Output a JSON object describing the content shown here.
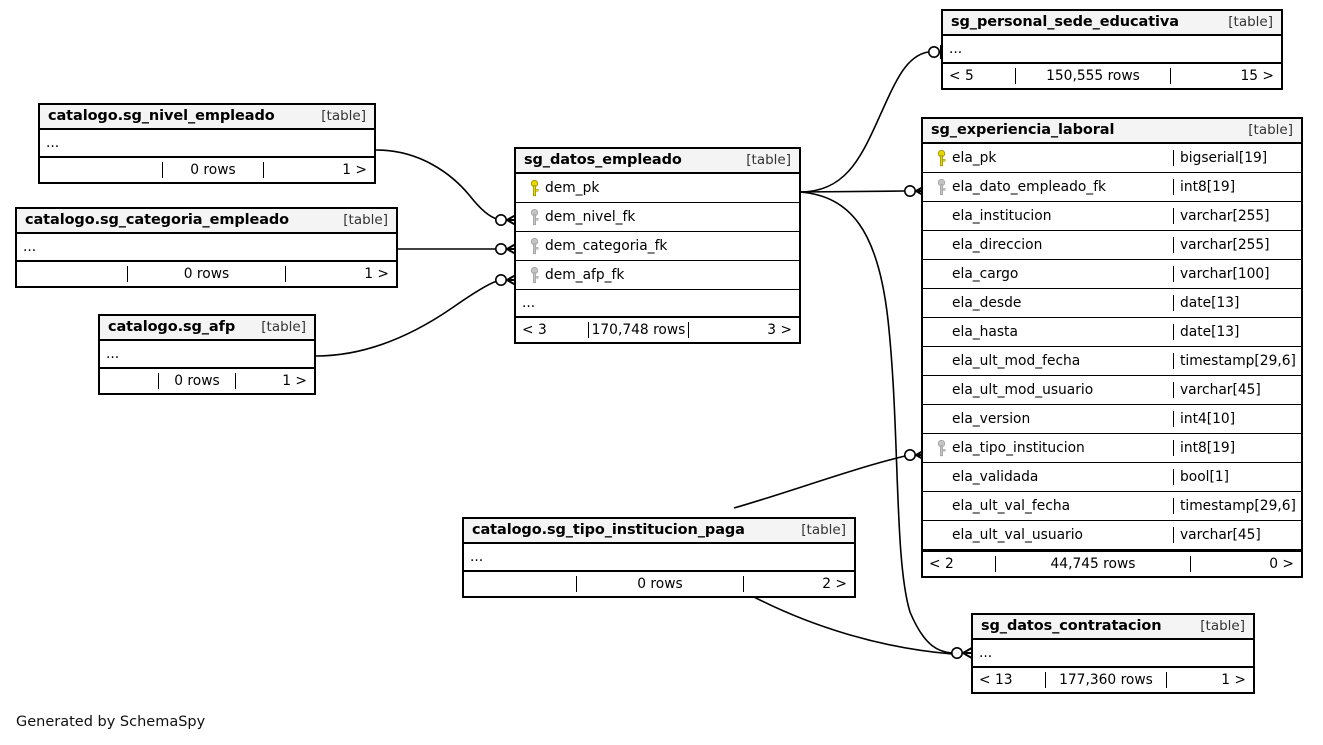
{
  "diagram": {
    "type": "entity-relationship-diagram",
    "generator_credit": "Generated by SchemaSpy",
    "table_tag": "[table]",
    "ellipsis": "...",
    "colors": {
      "primary_key": "#e8d600",
      "foreign_key": "#bbbbbb",
      "header_bg": "#f4f4f4",
      "border": "#000000",
      "background": "#ffffff"
    }
  },
  "tables": [
    {
      "id": "sg_personal_sede_educativa",
      "name": "sg_personal_sede_educativa",
      "tag": "[table]",
      "columns": [],
      "has_ellipsis": true,
      "footer": {
        "left": "< 5",
        "center": "150,555 rows",
        "right": "15 >"
      }
    },
    {
      "id": "sg_experiencia_laboral",
      "name": "sg_experiencia_laboral",
      "tag": "[table]",
      "columns": [
        {
          "name": "ela_pk",
          "type": "bigserial[19]",
          "key": "primary"
        },
        {
          "name": "ela_dato_empleado_fk",
          "type": "int8[19]",
          "key": "foreign"
        },
        {
          "name": "ela_institucion",
          "type": "varchar[255]",
          "key": "none"
        },
        {
          "name": "ela_direccion",
          "type": "varchar[255]",
          "key": "none"
        },
        {
          "name": "ela_cargo",
          "type": "varchar[100]",
          "key": "none"
        },
        {
          "name": "ela_desde",
          "type": "date[13]",
          "key": "none"
        },
        {
          "name": "ela_hasta",
          "type": "date[13]",
          "key": "none"
        },
        {
          "name": "ela_ult_mod_fecha",
          "type": "timestamp[29,6]",
          "key": "none"
        },
        {
          "name": "ela_ult_mod_usuario",
          "type": "varchar[45]",
          "key": "none"
        },
        {
          "name": "ela_version",
          "type": "int4[10]",
          "key": "none"
        },
        {
          "name": "ela_tipo_institucion",
          "type": "int8[19]",
          "key": "foreign"
        },
        {
          "name": "ela_validada",
          "type": "bool[1]",
          "key": "none"
        },
        {
          "name": "ela_ult_val_fecha",
          "type": "timestamp[29,6]",
          "key": "none"
        },
        {
          "name": "ela_ult_val_usuario",
          "type": "varchar[45]",
          "key": "none"
        }
      ],
      "has_ellipsis": false,
      "footer": {
        "left": "< 2",
        "center": "44,745 rows",
        "right": "0 >"
      }
    },
    {
      "id": "sg_datos_empleado",
      "name": "sg_datos_empleado",
      "tag": "[table]",
      "columns": [
        {
          "name": "dem_pk",
          "type": "",
          "key": "primary"
        },
        {
          "name": "dem_nivel_fk",
          "type": "",
          "key": "foreign"
        },
        {
          "name": "dem_categoria_fk",
          "type": "",
          "key": "foreign"
        },
        {
          "name": "dem_afp_fk",
          "type": "",
          "key": "foreign"
        }
      ],
      "has_ellipsis": true,
      "footer": {
        "left": "< 3",
        "center": "170,748 rows",
        "right": "3 >"
      }
    },
    {
      "id": "catalogo_sg_nivel_empleado",
      "name": "catalogo.sg_nivel_empleado",
      "tag": "[table]",
      "columns": [],
      "has_ellipsis": true,
      "footer": {
        "left": "",
        "center": "0 rows",
        "right": "1 >"
      }
    },
    {
      "id": "catalogo_sg_categoria_empleado",
      "name": "catalogo.sg_categoria_empleado",
      "tag": "[table]",
      "columns": [],
      "has_ellipsis": true,
      "footer": {
        "left": "",
        "center": "0 rows",
        "right": "1 >"
      }
    },
    {
      "id": "catalogo_sg_afp",
      "name": "catalogo.sg_afp",
      "tag": "[table]",
      "columns": [],
      "has_ellipsis": true,
      "footer": {
        "left": "",
        "center": "0 rows",
        "right": "1 >"
      }
    },
    {
      "id": "catalogo_sg_tipo_institucion_paga",
      "name": "catalogo.sg_tipo_institucion_paga",
      "tag": "[table]",
      "columns": [],
      "has_ellipsis": true,
      "footer": {
        "left": "",
        "center": "0 rows",
        "right": "2 >"
      }
    },
    {
      "id": "sg_datos_contratacion",
      "name": "sg_datos_contratacion",
      "tag": "[table]",
      "columns": [],
      "has_ellipsis": true,
      "footer": {
        "left": "< 13",
        "center": "177,360 rows",
        "right": "1 >"
      }
    }
  ],
  "relationships": [
    {
      "from": "sg_datos_empleado",
      "to": "sg_personal_sede_educativa"
    },
    {
      "from": "sg_datos_empleado",
      "to": "sg_experiencia_laboral",
      "via_column": "ela_dato_empleado_fk"
    },
    {
      "from": "sg_datos_empleado",
      "to": "sg_datos_contratacion"
    },
    {
      "from": "catalogo_sg_nivel_empleado",
      "to": "sg_datos_empleado",
      "via_column": "dem_nivel_fk"
    },
    {
      "from": "catalogo_sg_categoria_empleado",
      "to": "sg_datos_empleado",
      "via_column": "dem_categoria_fk"
    },
    {
      "from": "catalogo_sg_afp",
      "to": "sg_datos_empleado",
      "via_column": "dem_afp_fk"
    },
    {
      "from": "catalogo_sg_tipo_institucion_paga",
      "to": "sg_experiencia_laboral",
      "via_column": "ela_tipo_institucion"
    },
    {
      "from": "catalogo_sg_tipo_institucion_paga",
      "to": "sg_datos_contratacion"
    }
  ]
}
